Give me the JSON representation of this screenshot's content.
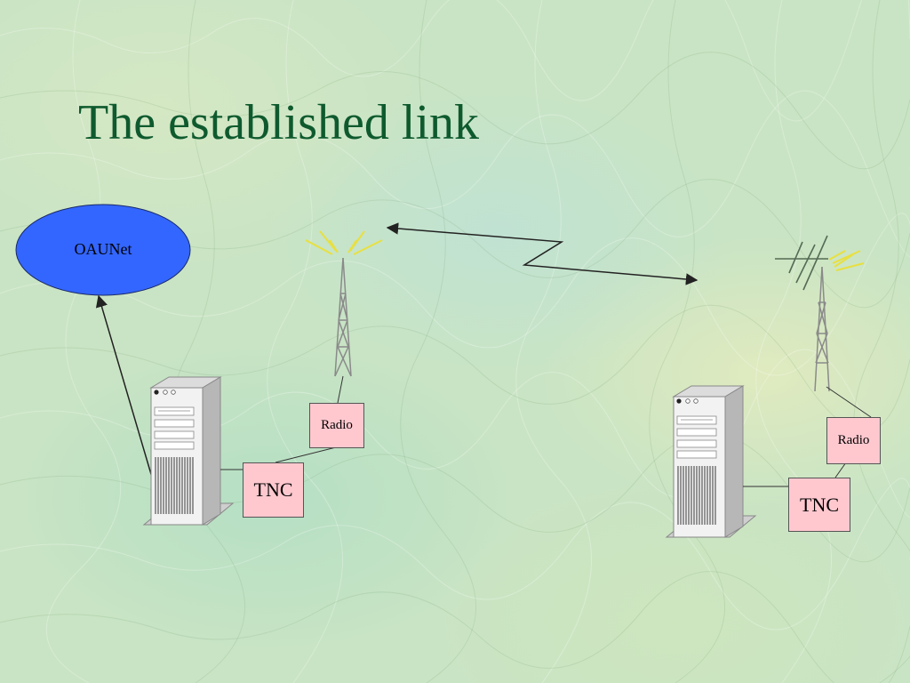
{
  "title": "The established link",
  "nodes": {
    "network": "OAUNet",
    "left_radio": "Radio",
    "left_tnc": "TNC",
    "right_radio": "Radio",
    "right_tnc": "TNC"
  },
  "colors": {
    "title": "#0e5a2e",
    "network_fill": "#3366ff",
    "box_fill": "#ffc8cf",
    "antenna_signal": "#e8e040",
    "line": "#333333"
  },
  "icons": [
    "server-tower-icon",
    "tower-antenna-icon",
    "yagi-antenna-icon",
    "radio-signal-icon"
  ]
}
